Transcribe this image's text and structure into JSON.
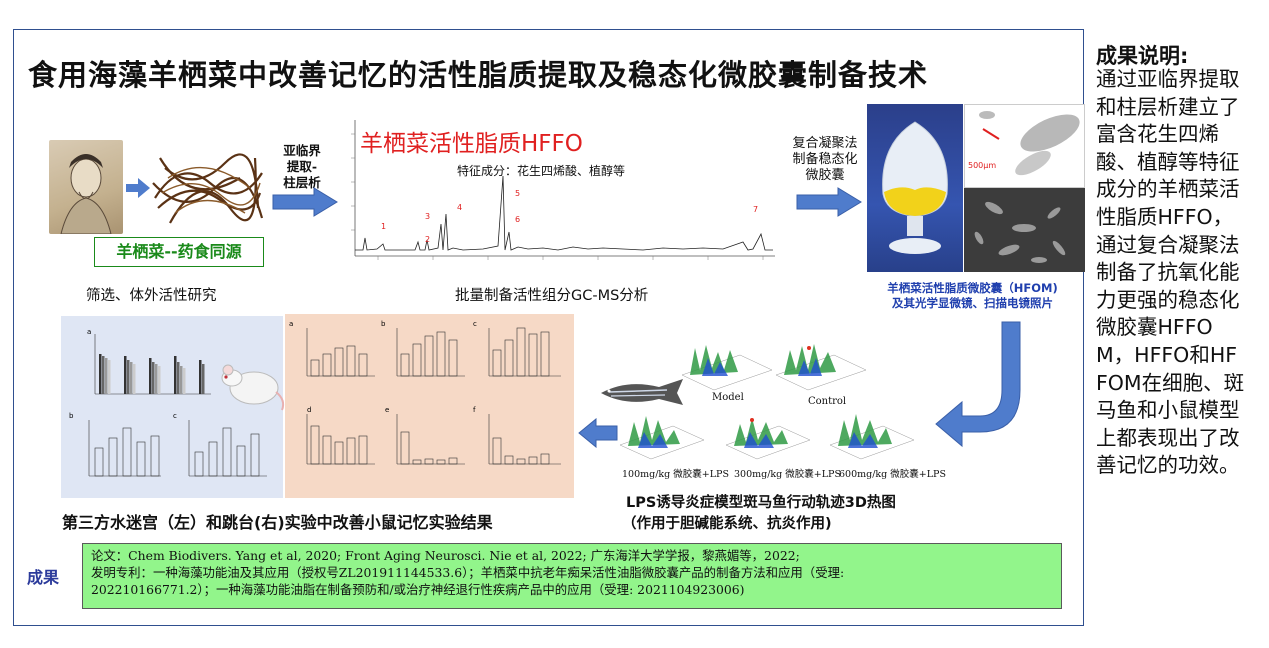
{
  "title": "食用海藻羊栖菜中改善记忆的活性脂质提取及稳态化微胶囊制备技术",
  "step1": {
    "badge": "羊栖菜--药食同源",
    "caption": "筛选、体外活性研究"
  },
  "arrow1": {
    "label_line1": "亚临界",
    "label_line2": "提取-",
    "label_line3": "柱层析"
  },
  "gcms": {
    "heading": "羊栖菜活性脂质HFFO",
    "note": "特征成分：花生四烯酸、植醇等",
    "caption": "批量制备活性组分GC-MS分析",
    "peaks": [
      "1",
      "2",
      "3",
      "4",
      "5",
      "6",
      "7"
    ]
  },
  "arrow2": {
    "label_line1": "复合凝聚法",
    "label_line2": "制备稳态化",
    "label_line3": "微胶囊"
  },
  "capsule": {
    "scale_label": "500μm",
    "caption_line1": "羊栖菜活性脂质微胶囊（HFOM)",
    "caption_line2": "及其光学显微镜、扫描电镜照片"
  },
  "zebrafish": {
    "labels": [
      "Model",
      "Control",
      "100mg/kg 微胶囊+LPS",
      "300mg/kg 微胶囊+LPS",
      "600mg/kg 微胶囊+LPS"
    ],
    "caption_line1": "LPS诱导炎症模型斑马鱼行动轨迹3D热图",
    "caption_line2": "（作用于胆碱能系统、抗炎作用)"
  },
  "mice": {
    "caption": "第三方水迷宫（左）和跳台(右)实验中改善小鼠记忆实验结果",
    "panel_letters": [
      "a",
      "b",
      "c",
      "a",
      "b",
      "c",
      "d",
      "e",
      "f"
    ]
  },
  "explanation": {
    "heading": "成果说明:",
    "body": "通过亚临界提取和柱层析建立了富含花生四烯酸、植醇等特征成分的羊栖菜活性脂质HFFO，通过复合凝聚法制备了抗氧化能力更强的稳态化微胶囊HFFOM，HFFO和HFFOM在细胞、斑马鱼和小鼠模型上都表现出了改善记忆的功效。"
  },
  "achievements": {
    "label": "成果",
    "line1": "论文：Chem Biodivers. Yang et al, 2020;  Front Aging Neurosci. Nie et al, 2022;  广东海洋大学学报，黎燕媚等，2022;",
    "line2": "发明专利：一种海藻功能油及其应用（授权号ZL201911144533.6）；羊栖菜中抗老年痴呆活性油脂微胶囊产品的制备方法和应用（受理:",
    "line3": "202210166771.2）；一种海藻功能油脂在制备预防和/或治疗神经退行性疾病产品中的应用（受理: 2021104923006)"
  },
  "colors": {
    "arrow_blue": "#4f7ccc",
    "frame_border": "#2f4f8f",
    "green_box": "#92f58b",
    "badge_green": "#1a8a1a",
    "gc_red": "#e02020",
    "capsule_caption_blue": "#1f3fae"
  }
}
